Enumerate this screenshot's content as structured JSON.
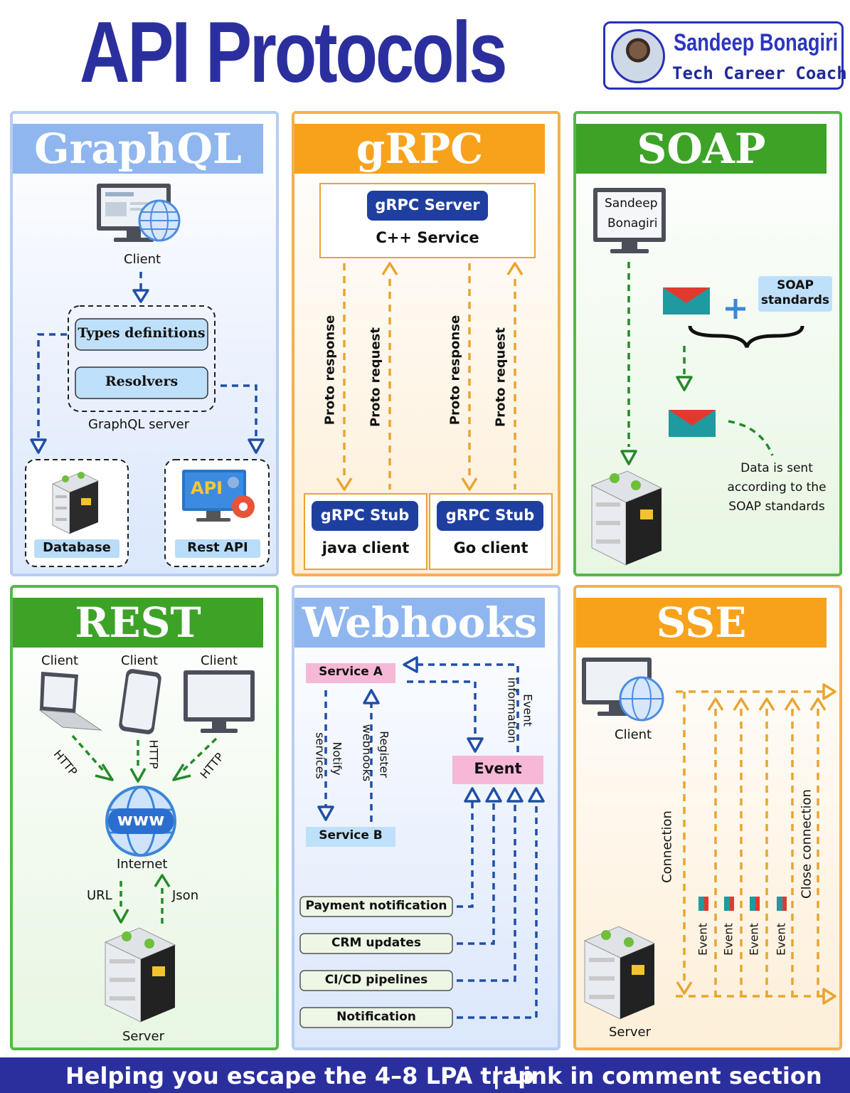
{
  "title": "API Protocols",
  "author": {
    "name": "Sandeep Bonagiri",
    "subtitle": "Tech Career Coach"
  },
  "graphql": {
    "title": "GraphQL",
    "client": "Client",
    "types": "Types definitions",
    "resolvers": "Resolvers",
    "server": "GraphQL server",
    "database": "Database",
    "rest_api": "Rest API",
    "api_badge": "API"
  },
  "grpc": {
    "title": "gRPC",
    "server_badge": "gRPC Server",
    "server_service": "C++ Service",
    "labels": [
      "Proto response",
      "Proto request",
      "Proto response",
      "Proto request"
    ],
    "stub_badge": "gRPC Stub",
    "java_client": "java client",
    "go_client": "Go client"
  },
  "soap": {
    "title": "SOAP",
    "monitor_text_1": "Sandeep",
    "monitor_text_2": "Bonagiri",
    "standards": "SOAP standards",
    "note_1": "Data is sent",
    "note_2": "according to the",
    "note_3": "SOAP standards"
  },
  "rest": {
    "title": "REST",
    "clients": [
      "Client",
      "Client",
      "Client"
    ],
    "http": [
      "HTTP",
      "HTTP",
      "HTTP"
    ],
    "www": "www",
    "internet": "Internet",
    "url": "URL",
    "json": "Json",
    "server": "Server"
  },
  "webhooks": {
    "title": "Webhooks",
    "service_a": "Service A",
    "service_b": "Service B",
    "notify_1": "Notify",
    "notify_2": "services",
    "register_1": "Register",
    "register_2": "webhooks",
    "event_info_1": "Event",
    "event_info_2": "information",
    "event": "Event",
    "sources": [
      "Payment notification",
      "CRM updates",
      "CI/CD pipelines",
      "Notification"
    ]
  },
  "sse": {
    "title": "SSE",
    "client": "Client",
    "connection": "Connection",
    "close": "Close connection",
    "events": [
      "Event",
      "Event",
      "Event",
      "Event"
    ],
    "server": "Server"
  },
  "footer": {
    "left": "Helping you escape the 4–8 LPA trap",
    "right": "| Link in comment section"
  },
  "colors": {
    "navy": "#2b2f9e",
    "blue_dash": "#1f4fa8",
    "orange_dash": "#e8a532",
    "green_dash": "#258a2a",
    "badge_navy": "#1f3fa0"
  }
}
